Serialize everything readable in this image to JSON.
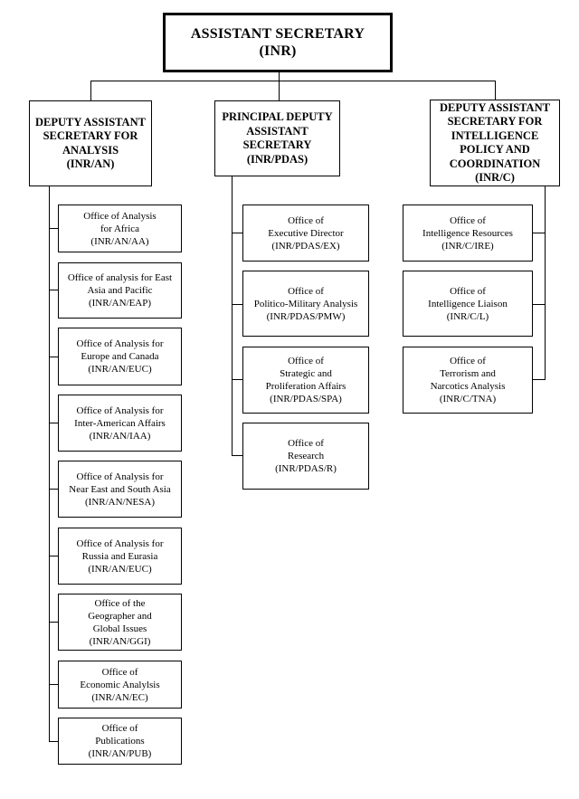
{
  "top": {
    "lines": [
      "ASSISTANT SECRETARY",
      "(INR)"
    ]
  },
  "branches": [
    {
      "key": "an",
      "lines": [
        "DEPUTY ASSISTANT",
        "SECRETARY FOR",
        "ANALYSIS",
        "(INR/AN)"
      ],
      "offices": [
        {
          "lines": [
            "Office of Analysis",
            "for Africa",
            "(INR/AN/AA)"
          ]
        },
        {
          "lines": [
            "Office of analysis for East",
            "Asia and Pacific",
            "(INR/AN/EAP)"
          ]
        },
        {
          "lines": [
            "Office of Analysis for",
            "Europe and Canada",
            "(INR/AN/EUC)"
          ]
        },
        {
          "lines": [
            "Office of Analysis for",
            "Inter-American Affairs",
            "(INR/AN/IAA)"
          ]
        },
        {
          "lines": [
            "Office of Analysis for",
            "Near East and South Asia",
            "(INR/AN/NESA)"
          ]
        },
        {
          "lines": [
            "Office of Analysis for",
            "Russia and Eurasia",
            "(INR/AN/EUC)"
          ]
        },
        {
          "lines": [
            "Office of the",
            "Geographer and",
            "Global Issues",
            "(INR/AN/GGI)"
          ]
        },
        {
          "lines": [
            "Office of",
            "Economic Analylsis",
            "(INR/AN/EC)"
          ]
        },
        {
          "lines": [
            "Office of",
            "Publications",
            "(INR/AN/PUB)"
          ]
        }
      ]
    },
    {
      "key": "pdas",
      "lines": [
        "PRINCIPAL DEPUTY",
        "ASSISTANT",
        "SECRETARY",
        "(INR/PDAS)"
      ],
      "offices": [
        {
          "lines": [
            "Office of",
            "Executive Director",
            "(INR/PDAS/EX)"
          ]
        },
        {
          "lines": [
            "Office of",
            "Politico-Military Analysis",
            "(INR/PDAS/PMW)"
          ]
        },
        {
          "lines": [
            "Office of",
            "Strategic and",
            "Proliferation Affairs",
            "(INR/PDAS/SPA)"
          ]
        },
        {
          "lines": [
            "Office of",
            "Research",
            "(INR/PDAS/R)"
          ]
        }
      ]
    },
    {
      "key": "c",
      "lines": [
        "DEPUTY ASSISTANT",
        "SECRETARY FOR",
        "INTELLIGENCE",
        "POLICY AND",
        "COORDINATION",
        "(INR/C)"
      ],
      "offices": [
        {
          "lines": [
            "Office of",
            "Intelligence Resources",
            "(INR/C/IRE)"
          ]
        },
        {
          "lines": [
            "Office of",
            "Intelligence Liaison",
            "(INR/C/L)"
          ]
        },
        {
          "lines": [
            "Office of",
            "Terrorism and",
            "Narcotics Analysis",
            "(INR/C/TNA)"
          ]
        }
      ]
    }
  ]
}
